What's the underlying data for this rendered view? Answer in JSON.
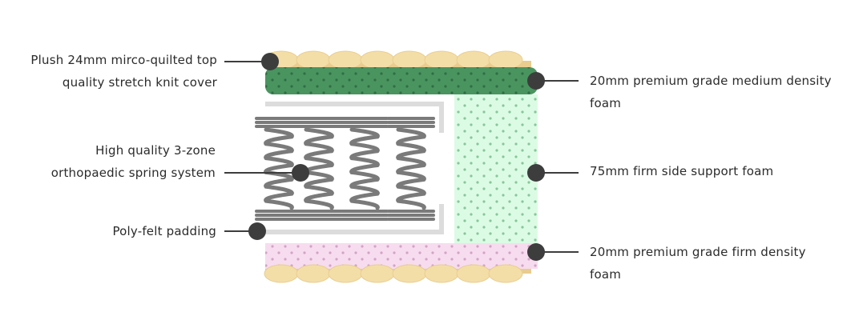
{
  "labels": {
    "cover": {
      "line1": "Plush 24mm mirco-quilted top",
      "line2": "quality stretch knit cover"
    },
    "medium_foam": {
      "line1": "20mm premium grade medium density",
      "line2": "foam"
    },
    "springs": {
      "line1": "High quality 3-zone",
      "line2": "orthopaedic spring system"
    },
    "side_foam": {
      "line1": "75mm firm side support foam"
    },
    "felt": {
      "line1": "Poly-felt padding"
    },
    "firm_foam": {
      "line1": "20mm premium grade firm density",
      "line2": "foam"
    }
  },
  "colors": {
    "quilt": "#f4dea8",
    "quilt_shadow": "#e8cd8f",
    "medium_foam": "#4a9460",
    "side_foam": "#dcfbe4",
    "firm_foam": "#f7dcef",
    "felt": "#dcdcdc",
    "spring": "#7a7a7a",
    "marker": "#3d3d3d"
  }
}
